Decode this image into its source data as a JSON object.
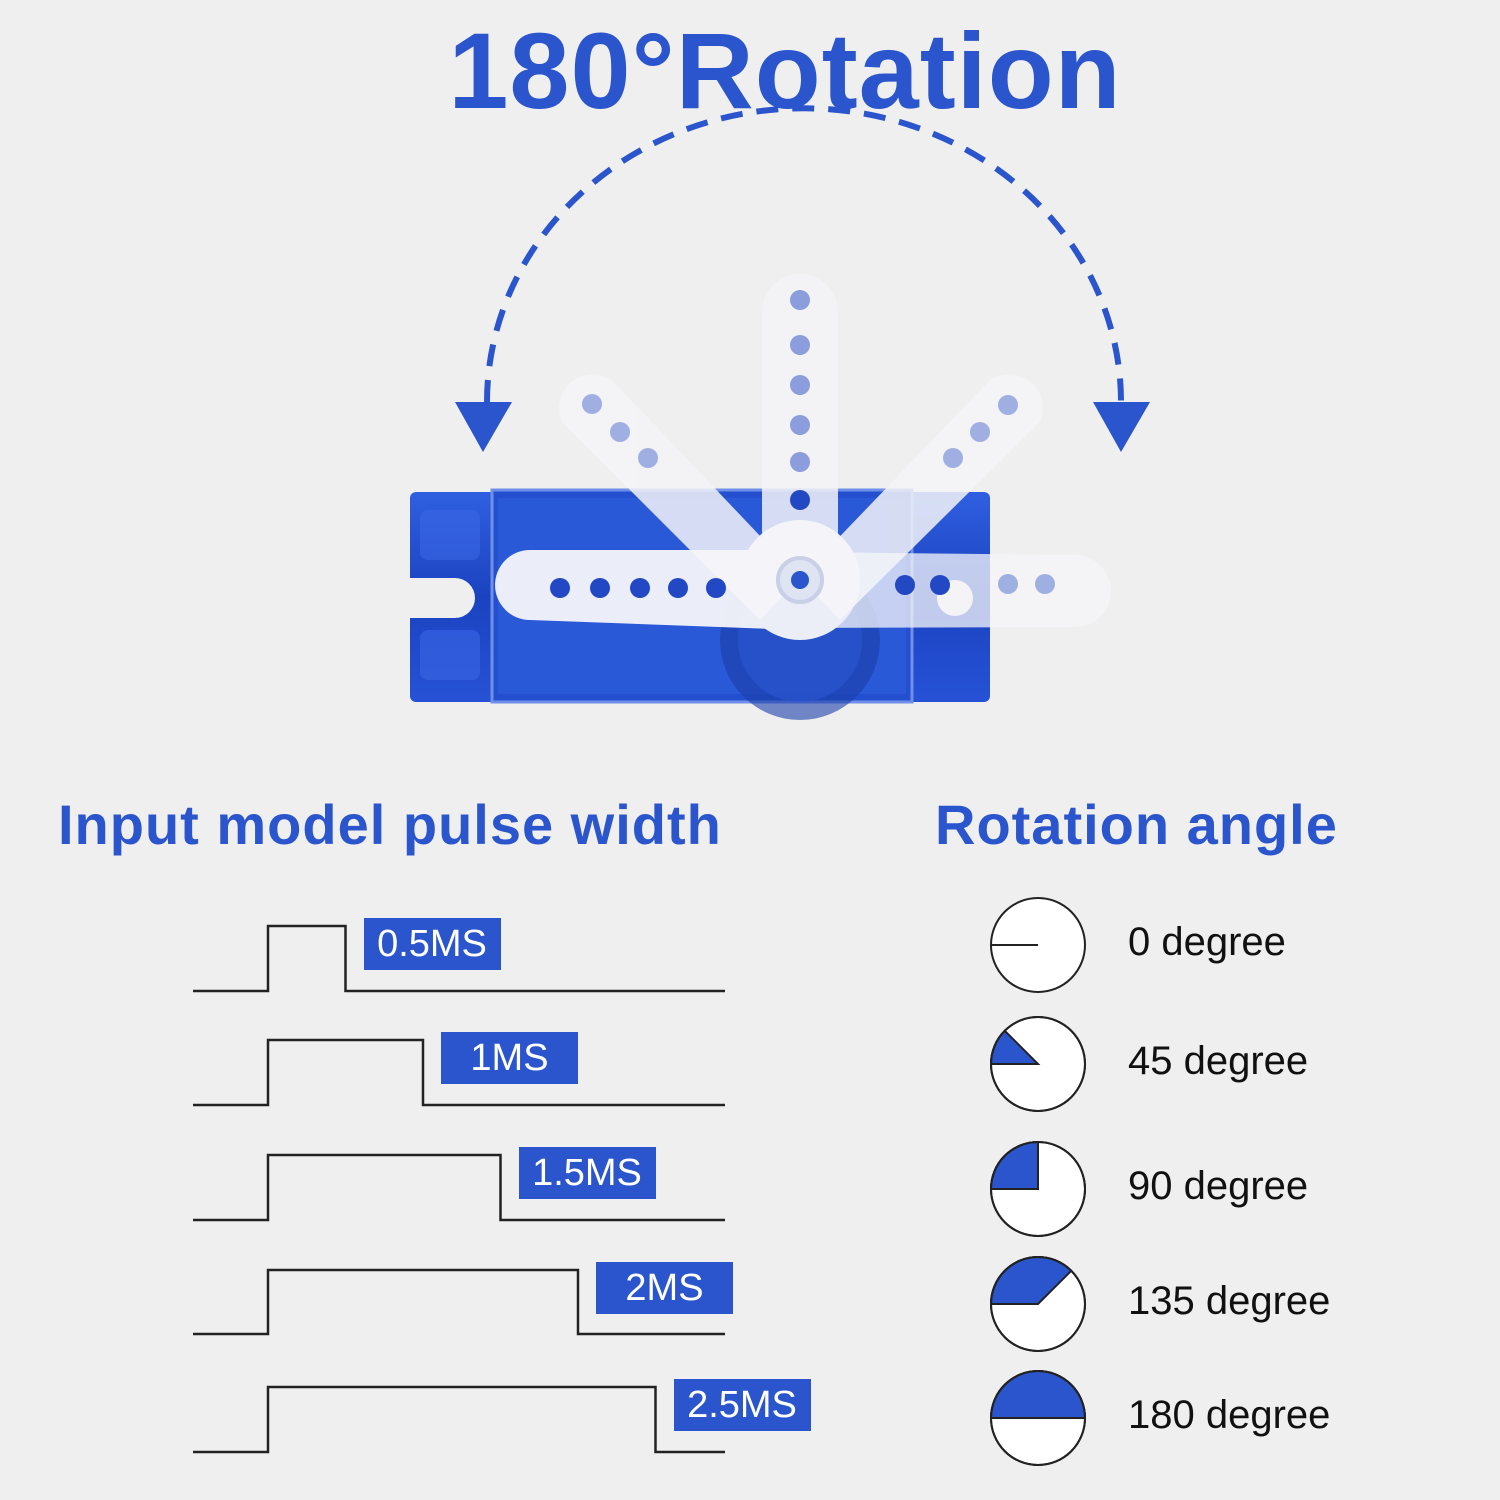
{
  "title": "180°Rotation",
  "colors": {
    "accent": "#2b55cc",
    "servo_body": "#1f48c4",
    "background": "#efefef"
  },
  "headings": {
    "pulse": "Input model pulse width",
    "angle": "Rotation angle"
  },
  "pulses": [
    {
      "label": "0.5MS",
      "width_ms": 0.5
    },
    {
      "label": "1MS",
      "width_ms": 1
    },
    {
      "label": "1.5MS",
      "width_ms": 1.5
    },
    {
      "label": "2MS",
      "width_ms": 2
    },
    {
      "label": "2.5MS",
      "width_ms": 2.5
    }
  ],
  "angles": [
    {
      "label": "0 degree",
      "degrees": 0
    },
    {
      "label": "45 degree",
      "degrees": 45
    },
    {
      "label": "90 degree",
      "degrees": 90
    },
    {
      "label": "135 degree",
      "degrees": 135
    },
    {
      "label": "180 degree",
      "degrees": 180
    }
  ]
}
